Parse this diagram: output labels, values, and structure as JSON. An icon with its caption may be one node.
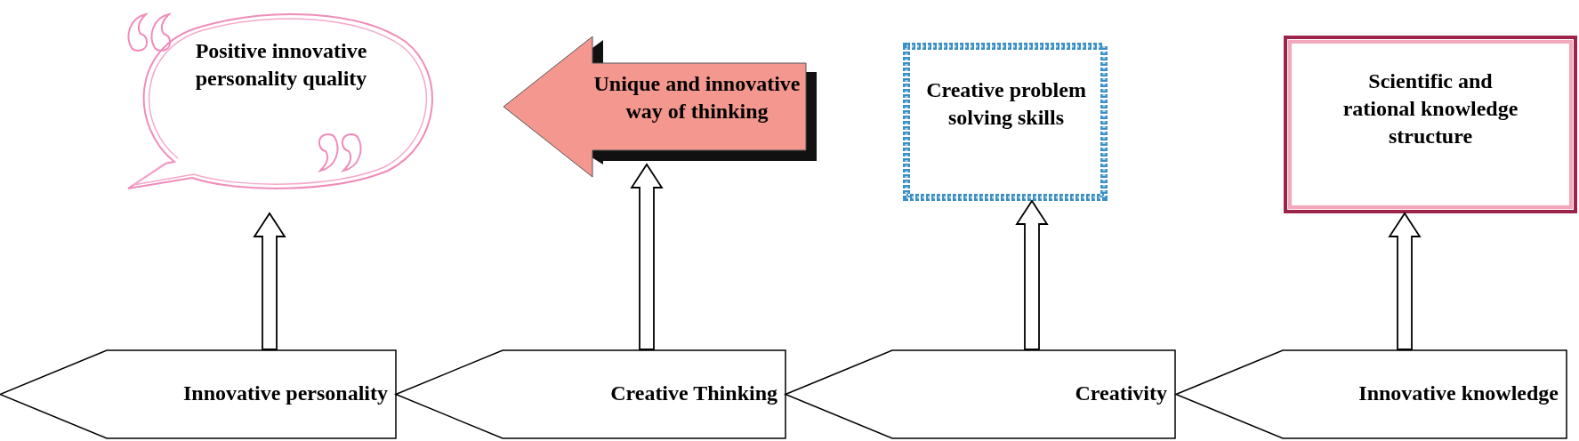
{
  "diagram": {
    "nodes": [
      {
        "text": [
          "Positive innovative personality quality"
        ]
      },
      {
        "text": [
          "Unique and innovative way of thinking"
        ]
      },
      {
        "text": [
          "Creative problem solving skills"
        ]
      },
      {
        "text": [
          "Scientific and rational knowledge structure"
        ]
      },
      {
        "text": [
          "Innovative personality"
        ]
      },
      {
        "text": [
          "Creative Thinking"
        ]
      },
      {
        "text": [
          "Creativity"
        ]
      },
      {
        "text": [
          "Innovative knowledge"
        ]
      }
    ],
    "edges": [
      {
        "from": 4,
        "to": 0,
        "arrow": "to"
      },
      {
        "from": 5,
        "to": 1,
        "arrow": "to"
      },
      {
        "from": 6,
        "to": 2,
        "arrow": "to"
      },
      {
        "from": 7,
        "to": 3,
        "arrow": "to"
      }
    ]
  }
}
